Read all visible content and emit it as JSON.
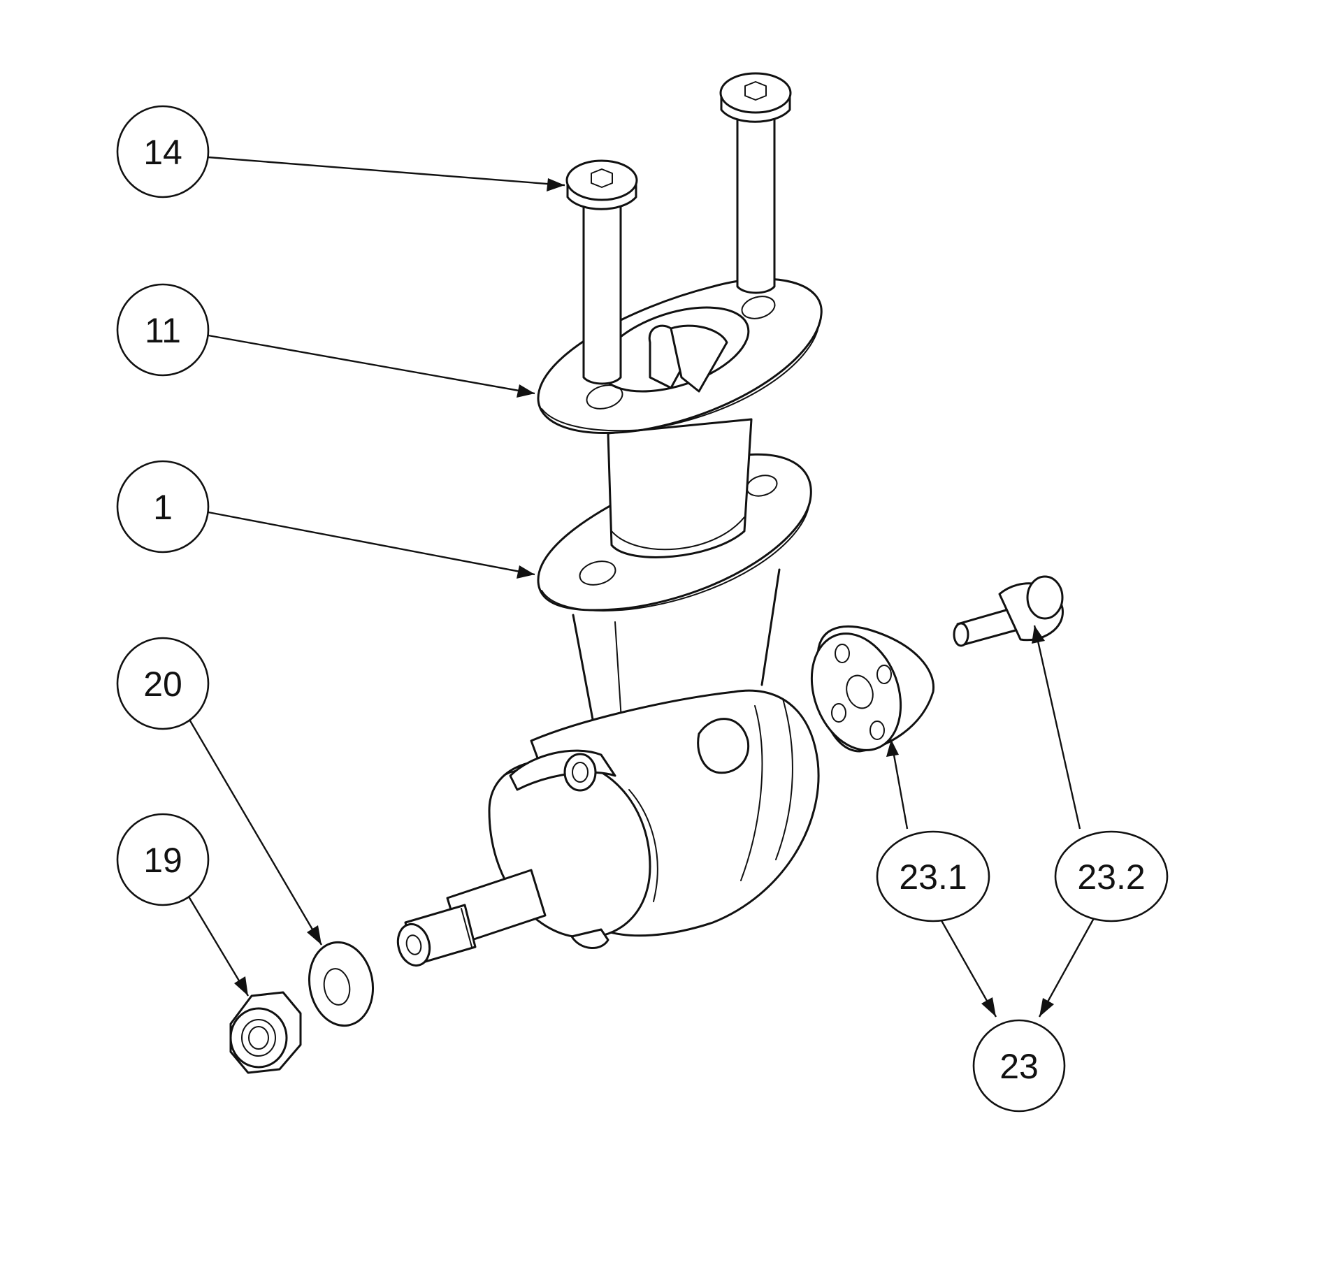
{
  "callouts": {
    "c14": "14",
    "c11": "11",
    "c1": "1",
    "c20": "20",
    "c19": "19",
    "c231": "23.1",
    "c232": "23.2",
    "c23": "23"
  }
}
